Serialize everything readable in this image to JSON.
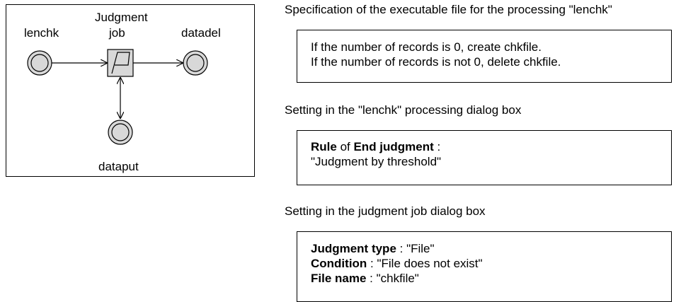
{
  "flow": {
    "judgment_label_1": "Judgment",
    "judgment_label_2": "job",
    "lenchk_label": "lenchk",
    "datadel_label": "datadel",
    "dataput_label": "dataput"
  },
  "spec": {
    "caption": "Specification of the executable file for the processing \"lenchk\"",
    "line1": "If the number of records is 0, create chkfile.",
    "line2": "If the number of records is not 0, delete chkfile."
  },
  "lenchk_setting": {
    "caption": "Setting in the \"lenchk\" processing dialog box",
    "rule_bold": "Rule",
    "rule_of": " of ",
    "end_judgment_bold": "End judgment",
    "colon": " :",
    "value": "\"Judgment by threshold\""
  },
  "judgment_setting": {
    "caption": "Setting in the judgment job dialog box",
    "type_bold": "Judgment type",
    "type_value": " : \"File\"",
    "condition_bold": "Condition",
    "condition_value": " : \"File does not exist\"",
    "filename_bold": "File name",
    "filename_value": " : \"chkfile\""
  },
  "colors": {
    "node_fill": "#d8d8d8",
    "stroke": "#000000"
  }
}
